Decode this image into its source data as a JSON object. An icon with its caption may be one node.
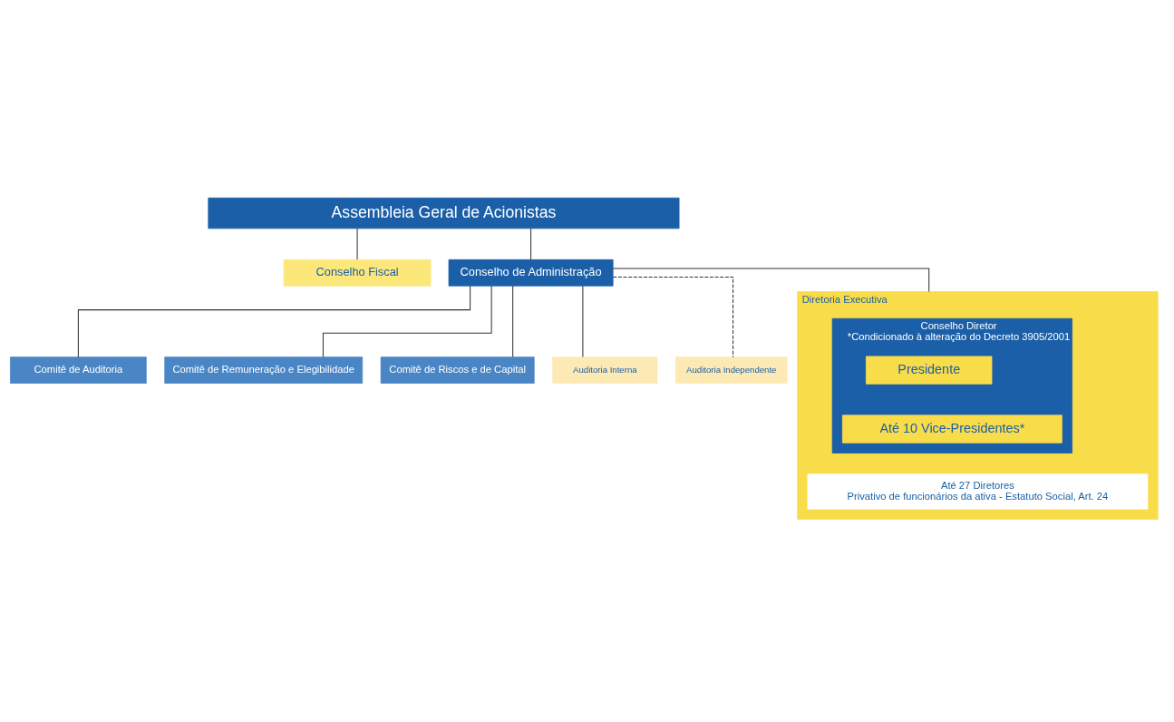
{
  "diagram": {
    "nodes": [
      {
        "text": [
          "Assembleia Geral de Acionistas"
        ]
      },
      {
        "text": [
          "Comitê de Auditoria"
        ]
      },
      {
        "text": [
          "Comitê de Remuneração e Elegibilidade"
        ]
      },
      {
        "text": [
          "Comitê de Riscos e de Capital"
        ]
      },
      {
        "text": [
          "Conselho Fiscal"
        ]
      },
      {
        "text": [
          "Conselho de Administração"
        ]
      },
      {
        "text": [
          "Auditoria Interna"
        ]
      },
      {
        "text": [
          "Auditoria Independente"
        ]
      },
      {
        "text": [
          "Diretoria Executiva"
        ]
      },
      {
        "text": [
          "Conselho Diretor",
          "*Condicionado à alteração do Decreto 3905/2001"
        ],
        "in": 8
      },
      {
        "text": [
          "Presidente"
        ],
        "in": 9
      },
      {
        "text": [
          "Até 10 Vice-Presidentes*"
        ],
        "in": 9
      },
      {
        "text": [
          "Até 27 Diretores",
          "Privativo de funcionários da ativa - Estatuto Social, Art. 24"
        ],
        "in": 8
      }
    ],
    "edges": [
      {
        "from": 0,
        "to": 5,
        "arrow": "none"
      },
      {
        "from": 0,
        "to": 4,
        "arrow": "none"
      },
      {
        "from": 5,
        "to": 1,
        "arrow": "none"
      },
      {
        "from": 5,
        "to": 2,
        "arrow": "none"
      },
      {
        "from": 5,
        "to": 3,
        "arrow": "none"
      },
      {
        "from": 5,
        "to": 6,
        "arrow": "none"
      },
      {
        "from": 5,
        "to": 7,
        "arrow": "none",
        "style": "dashed"
      },
      {
        "from": 5,
        "to": 8,
        "arrow": "none"
      }
    ]
  }
}
